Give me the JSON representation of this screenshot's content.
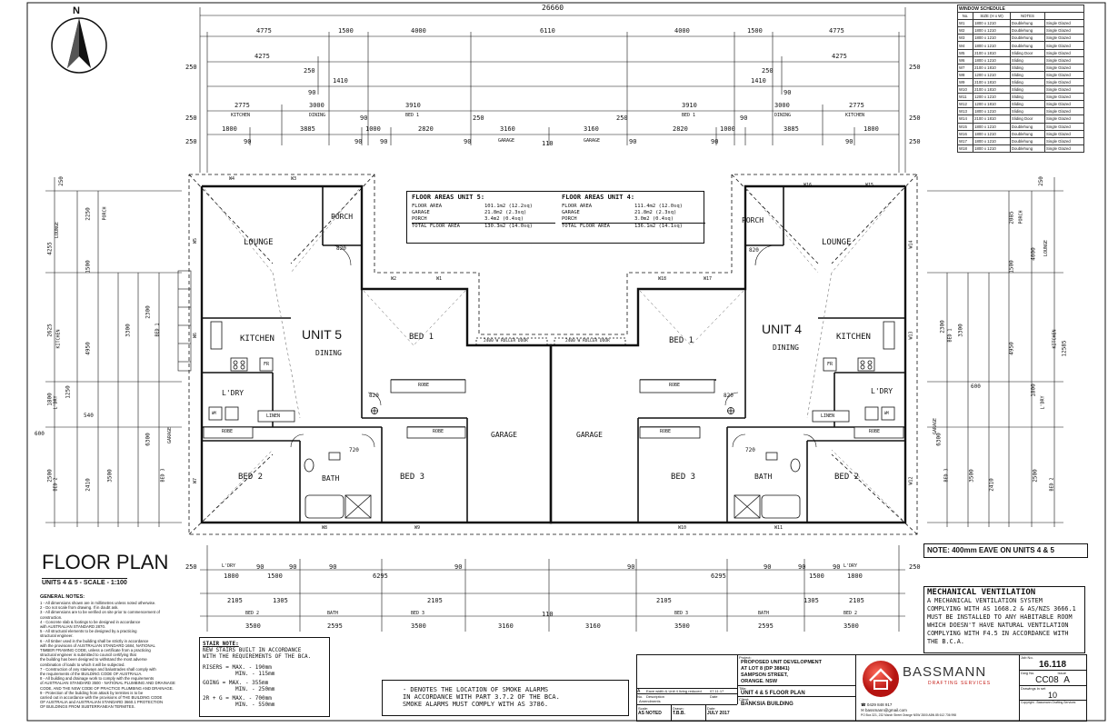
{
  "north": "N",
  "overall_dim": "26660",
  "dims": {
    "row1": [
      "4775",
      "1500",
      "4000",
      "6110",
      "4000",
      "1500",
      "4775"
    ],
    "row2_left": "4275",
    "row2_right": "4275",
    "row3": [
      "250",
      "90",
      "1410",
      "250",
      "250",
      "1410",
      "90",
      "250"
    ],
    "row4_vals": [
      "2775",
      "3000",
      "3910",
      "3910",
      "3000",
      "2775"
    ],
    "row4_labels": [
      "KITCHEN",
      "DINING",
      "BED 1",
      "BED 1",
      "DINING",
      "KITCHEN"
    ],
    "row4_edge": [
      "250",
      "90",
      "250",
      "250",
      "90",
      "250"
    ],
    "row5_vals": [
      "1800",
      "3885",
      "1000",
      "2820",
      "3160",
      "3160",
      "2820",
      "1000",
      "3885",
      "1800"
    ],
    "row5_small": [
      "250",
      "90",
      "90",
      "90",
      "90",
      "110",
      "90",
      "90",
      "90",
      "250"
    ],
    "row5_labels": [
      "GARAGE",
      "GARAGE"
    ],
    "left_vert": [
      "250",
      "4255",
      "2250",
      "1500",
      "2625",
      "4950",
      "1800",
      "1250",
      "540",
      "600",
      "2500",
      "2410",
      "3500",
      "3300",
      "2300",
      "6300"
    ],
    "left_vert_labels": [
      "LOUNGE",
      "PORCH",
      "KITCHEN",
      "BED 2",
      "BED 3",
      "GARAGE",
      "L'DRY",
      "BED 1"
    ],
    "right_vert": [
      "250",
      "2085",
      "12585",
      "4000",
      "1500",
      "3300",
      "4950",
      "2300",
      "600",
      "1800",
      "6300",
      "2500",
      "2410",
      "3500"
    ],
    "right_vert_labels": [
      "LOUNGE",
      "PORCH",
      "KITCHEN",
      "BED 1",
      "BED 2",
      "BED 3",
      "GARAGE",
      "L'DRY"
    ],
    "bottom_row1": [
      "250",
      "1800",
      "1500",
      "6295",
      "6295",
      "1500",
      "1800",
      "250"
    ],
    "bottom_row1_labels": [
      "L'DRY",
      "L'DRY"
    ],
    "bottom_small": [
      "90",
      "90",
      "90",
      "90",
      "90",
      "90",
      "90",
      "90"
    ],
    "bottom_row2": [
      "2105",
      "1305",
      "2105",
      "2105",
      "1305",
      "2105"
    ],
    "bottom_row3": [
      "3500",
      "2595",
      "3500",
      "3160",
      "110",
      "3160",
      "3500",
      "2595",
      "3500"
    ],
    "bottom_row3_labels": [
      "BED 2",
      "BATH",
      "BED 3",
      "BED 3",
      "BATH",
      "BED 2"
    ]
  },
  "rooms": {
    "unit5": "UNIT 5",
    "unit4": "UNIT 4",
    "lounge": "LOUNGE",
    "porch": "PORCH",
    "kitchen": "KITCHEN",
    "dining": "DINING",
    "bed1": "BED 1",
    "bed2": "BED 2",
    "bed3": "BED 3",
    "bath": "BATH",
    "ldry": "L'DRY",
    "linen": "LINEN",
    "robe": "ROBE",
    "garage": "GARAGE",
    "fr": "FR",
    "wm": "WM",
    "roller_door": "2400 W ROLLER DOOR",
    "door_widths": [
      "820",
      "820",
      "720",
      "720",
      "820",
      "820"
    ]
  },
  "windows_labels": [
    "W1",
    "W2",
    "W3",
    "W4",
    "W5",
    "W6",
    "W7",
    "W8",
    "W9",
    "W10",
    "W11",
    "W12",
    "W13",
    "W14",
    "W15",
    "W16",
    "W17",
    "W18"
  ],
  "floor_areas": {
    "unit5_title": "FLOOR AREAS UNIT 5:",
    "unit4_title": "FLOOR AREAS UNIT 4:",
    "unit5": [
      {
        "label": "FLOOR AREA",
        "value": "101.1m2 (12.2sq)"
      },
      {
        "label": "GARAGE",
        "value": "21.8m2 (2.3sq)"
      },
      {
        "label": "PORCH",
        "value": "3.4m2 (0.4sq)"
      },
      {
        "label": "TOTAL FLOOR AREA",
        "value": "130.3m2 (14.0sq)"
      }
    ],
    "unit4": [
      {
        "label": "FLOOR AREA",
        "value": "111.4m2 (12.0sq)"
      },
      {
        "label": "GARAGE",
        "value": "21.8m2 (2.3sq)"
      },
      {
        "label": "PORCH",
        "value": "3.0m2 (0.4sq)"
      },
      {
        "label": "TOTAL FLOOR AREA",
        "value": "136.1m2 (14.1sq)"
      }
    ]
  },
  "window_schedule": {
    "title": "WINDOW SCHEDULE",
    "headers": [
      "No.",
      "SIZE  (H x W)",
      "NOTES",
      ""
    ],
    "rows": [
      [
        "W1",
        "1800 x 1210",
        "Doublehung",
        "Single Glazed"
      ],
      [
        "W2",
        "1800 x 1210",
        "Doublehung",
        "Single Glazed"
      ],
      [
        "W3",
        "1800 x 1210",
        "Doublehung",
        "Single Glazed"
      ],
      [
        "W4",
        "1800 x 1210",
        "Doublehung",
        "Single Glazed"
      ],
      [
        "W5",
        "2100 x 1810",
        "Sliding Door",
        "Single Glazed"
      ],
      [
        "W6",
        "1800 x 1210",
        "Sliding",
        "Single Glazed"
      ],
      [
        "W7",
        "2100 x 1810",
        "Sliding",
        "Single Glazed"
      ],
      [
        "W8",
        "1200 x 1210",
        "Sliding",
        "Single Glazed"
      ],
      [
        "W9",
        "2100 x 1810",
        "Sliding",
        "Single Glazed"
      ],
      [
        "W10",
        "2100 x 1810",
        "Sliding",
        "Single Glazed"
      ],
      [
        "W11",
        "1200 x 1210",
        "Sliding",
        "Single Glazed"
      ],
      [
        "W12",
        "1200 x 1810",
        "Sliding",
        "Single Glazed"
      ],
      [
        "W13",
        "1800 x 1210",
        "Sliding",
        "Single Glazed"
      ],
      [
        "W14",
        "2100 x 1810",
        "Sliding Door",
        "Single Glazed"
      ],
      [
        "W15",
        "1800 x 1210",
        "Doublehung",
        "Single Glazed"
      ],
      [
        "W16",
        "1800 x 1210",
        "Doublehung",
        "Single Glazed"
      ],
      [
        "W17",
        "1800 x 1210",
        "Doublehung",
        "Single Glazed"
      ],
      [
        "W18",
        "1800 x 1210",
        "Doublehung",
        "Single Glazed"
      ]
    ]
  },
  "eave_note": "NOTE: 400mm EAVE ON UNITS 4 & 5",
  "plan_title": "FLOOR PLAN",
  "plan_subtitle": "UNITS 4 & 5 - SCALE - 1:100",
  "general_notes_title": "GENERAL NOTES:",
  "general_notes": [
    "1 - All dimensions shown are in millimetres unless noted otherwise.",
    "2 - Do not scale from drawing. If in doubt ask.",
    "3 - All dimensions are to be verified on site prior to commencement of",
    "    construction.",
    "4 - Concrete slab & footings to be designed in accordance",
    "    with AUSTRALIAN STANDARD 2870.",
    "5 - All structural elements to be designed by a practicing",
    "    structural engineer.",
    "6 - All timber used in the building shall be strictly in accordance",
    "    with the provisions of AUSTRALIAN STANDARD 1684, NATIONAL",
    "    TIMBER FRAMING CODE, unless a certificate from a practicing",
    "    structural engineer is submitted to council certifying that",
    "    the building has been designed to withstand the most adverse",
    "    combination of loads to which it will be subjected.",
    "7 - Construction of any stairways and balustrades shall comply with",
    "    the requirements of the BUILDING CODE OF AUSTRALIA.",
    "8 - All building and drainage work to comply with the requirements",
    "    of AUSTRALIAN STANDARD 3500 - NATIONAL PLUMBING AND DRAINAGE",
    "    CODE, AND THE NSW CODE OF PRACTICE PLUMBING AND DRAINAGE.",
    "9 - Protection of the building from attack by termites is to be",
    "    carried out in accordance with the provisions of THE BUILDING CODE",
    "    OF AUSTRALIA and AUSTRALIAN STANDARD 3660.1 PROTECTION",
    "    OF BUILDINGS FROM SUBTERRANEAN TERMITES."
  ],
  "stair_note": {
    "title": "STAIR NOTE:",
    "lines": [
      "NEW STAIRS BUILT IN ACCORDANCE",
      "WITH THE REQUIREMENTS OF THE BCA."
    ],
    "risers": [
      "RISERS = MAX. - 190mm",
      "MIN. - 115mm"
    ],
    "going": [
      "GOING = MAX. - 355mm",
      "MIN. - 250mm"
    ],
    "twor": [
      "2R + G = MAX. - 700mm",
      "MIN. - 550mm"
    ]
  },
  "smoke_note": [
    "- DENOTES THE LOCATION OF SMOKE ALARMS",
    "IN ACCORDANCE WITH PART 3.7.2 OF THE BCA.",
    "SMOKE ALARMS MUST COMPLY WITH AS 3786."
  ],
  "mech_vent": {
    "title": "MECHANICAL VENTILATION",
    "lines": [
      "A MECHANICAL VENTILATION SYSTEM",
      "COMPLYING WITH AS 1668.2 & AS/NZS 3666.1",
      "MUST BE INSTALLED TO ANY HABITABLE ROOM",
      "WHICH DOESN'T HAVE NATURAL VENTILATION",
      "COMPLYING WITH F4.5 IN ACCORDANCE WITH",
      "THE B.C.A."
    ]
  },
  "title_block": {
    "amend_row": [
      "A",
      "Eave width & Unit 4 living reduced",
      "07.11.17"
    ],
    "amend_headers": [
      "No.",
      "Description",
      "Date"
    ],
    "amendments": "Amendments",
    "scale_label": "Scale:",
    "scale": "AS NOTED",
    "drawn_label": "Drawn:",
    "drawn": "T.B.B.",
    "date_label": "Date:",
    "date": "JULY 2017",
    "project_label": "Project:",
    "project": [
      "PROPOSED UNIT DEVELOPMENT",
      "AT LOT 8 (DP 38841)",
      "SAMPSON STREET,",
      "ORANGE. NSW"
    ],
    "title_label": "Title:",
    "title": "UNIT 4 & 5 FLOOR PLAN",
    "client_label": "Client:",
    "client": "BANKSIA BUILDING",
    "company": "BASSMANN",
    "company_sub": "DRAFTING SERVICES",
    "phone": "0429 848 917",
    "email": "bassmann@gmail.com",
    "address": "PO Box 321, 232 March Street Orange NSW 2800  ABN 85 612 736 998",
    "job_label": "Job No.",
    "job": "16.118",
    "dwg_label": "Dwg No.",
    "dwg": "CC08",
    "issue_label": "Issue",
    "issue": "A",
    "drawings_label": "Drawings in set",
    "drawings": "10",
    "copyright": "Copyright - Bassmann Drafting Services"
  }
}
